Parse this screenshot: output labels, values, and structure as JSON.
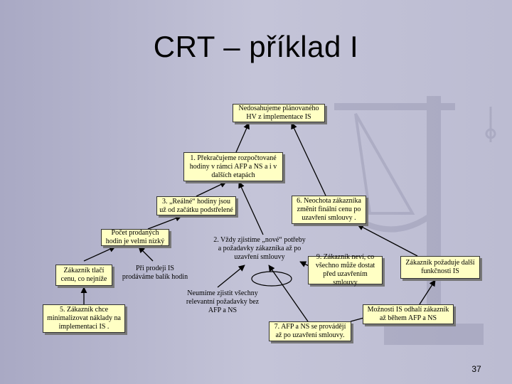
{
  "slide": {
    "title": "CRT – příklad I",
    "page_number": "37"
  },
  "nodes": {
    "n_top": "Nedosahujeme plánovaného HV z implementace IS",
    "n1": "1. Překračujeme rozpočtované hodiny v rámci AFP a NS a i v dalších etapách",
    "n3": "3. „Reálné“ hodiny jsou už od začátku podstřelené",
    "n6": "6. Neochota zákazníka změnit finální cenu po uzavření smlouvy .",
    "n_sold": "Počet prodaných hodin je velmi nízký",
    "n2": "2. Vždy zjistíme „nové“ potřeby a požadavky zákazníka až po uzavření smlouvy",
    "n9": "9. Zákazník neví, co všechno může dostat před uzavřením smlouvy",
    "n_more": "Zákazník požaduje další funkčnosti IS",
    "n_price": "Zákazník tlačí cenu, co nejníže",
    "n_sale": "Při prodeji IS prodáváme balík hodin",
    "n_cant": "Neumíme zjistit všechny relevantní požadavky bez AFP a NS",
    "n_opp": "Možnosti IS odhalí zákazník až během AFP a NS",
    "n5": "5. Zákazník chce minimalizovat náklady na implementaci IS .",
    "n7": "7. AFP a NS se provádějí až po uzavření smlouvy."
  },
  "icons": {
    "background": "scales-of-justice-icon"
  },
  "colors": {
    "node_fill": "#ffffc4",
    "node_border": "#333333",
    "shadow": "#777777",
    "arrow": "#000000"
  }
}
